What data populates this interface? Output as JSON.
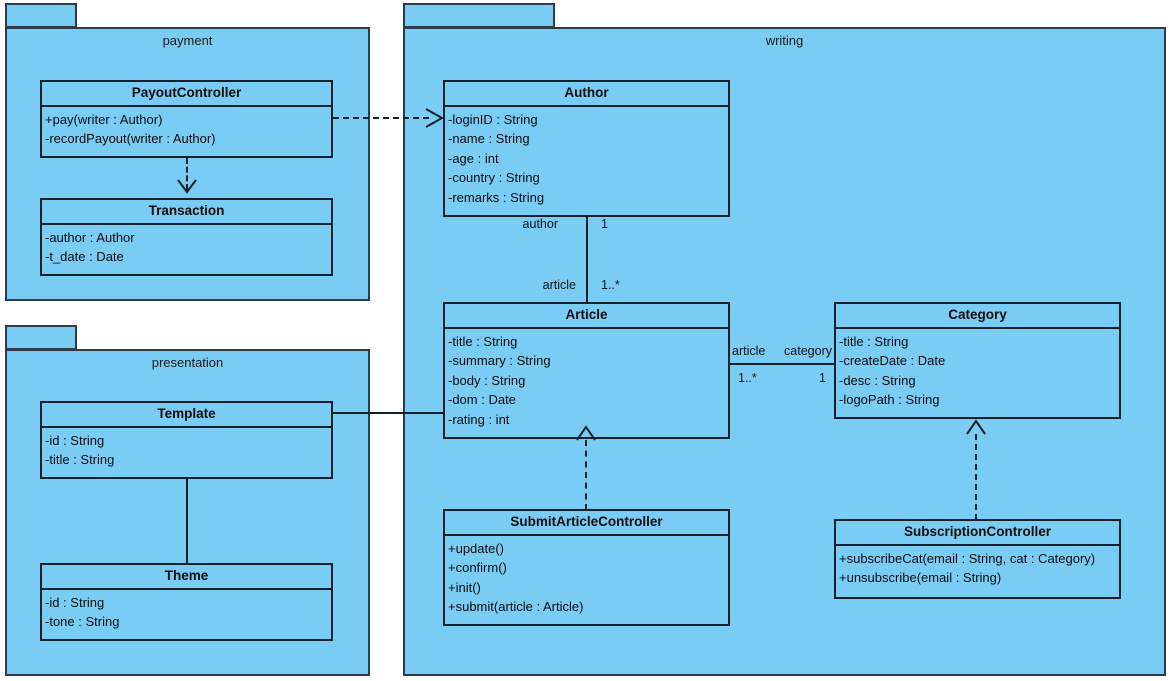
{
  "diagram": {
    "kind": "UML class diagram",
    "colors": {
      "package_fill": "#79CDF4",
      "class_fill": "#79CDF4",
      "border": "#152028",
      "package_border": "#2b3d49",
      "text": "#0b0b0b",
      "background": "#ffffff"
    }
  },
  "packages": [
    {
      "id": "payment",
      "name": "payment"
    },
    {
      "id": "presentation",
      "name": "presentation"
    },
    {
      "id": "writing",
      "name": "writing"
    }
  ],
  "classes": {
    "payout_controller": {
      "name": "PayoutController",
      "members": [
        "+pay(writer : Author)",
        "-recordPayout(writer : Author)"
      ]
    },
    "transaction": {
      "name": "Transaction",
      "members": [
        "-author : Author",
        "-t_date : Date"
      ]
    },
    "template": {
      "name": "Template",
      "members": [
        "-id : String",
        "-title : String"
      ]
    },
    "theme": {
      "name": "Theme",
      "members": [
        "-id : String",
        "-tone : String"
      ]
    },
    "author": {
      "name": "Author",
      "members": [
        "-loginID : String",
        "-name : String",
        "-age : int",
        "-country : String",
        "-remarks : String"
      ]
    },
    "article": {
      "name": "Article",
      "members": [
        "-title : String",
        "-summary : String",
        "-body : String",
        "-dom : Date",
        "-rating : int"
      ]
    },
    "category": {
      "name": "Category",
      "members": [
        "-title : String",
        "-createDate : Date",
        "-desc : String",
        "-logoPath : String"
      ]
    },
    "submit_article_controller": {
      "name": "SubmitArticleController",
      "members": [
        "+update()",
        "+confirm()",
        "+init()",
        "+submit(article : Article)"
      ]
    },
    "subscription_controller": {
      "name": "SubscriptionController",
      "members": [
        "+subscribeCat(email : String, cat : Category)",
        "+unsubscribe(email : String)"
      ]
    }
  },
  "edge_labels": {
    "author_role": "author",
    "author_mult": "1",
    "article_role": "article",
    "article_mult": "1..*",
    "assoc_article_role": "article",
    "assoc_category_role": "category",
    "assoc_article_mult": "1..*",
    "assoc_category_mult": "1"
  }
}
